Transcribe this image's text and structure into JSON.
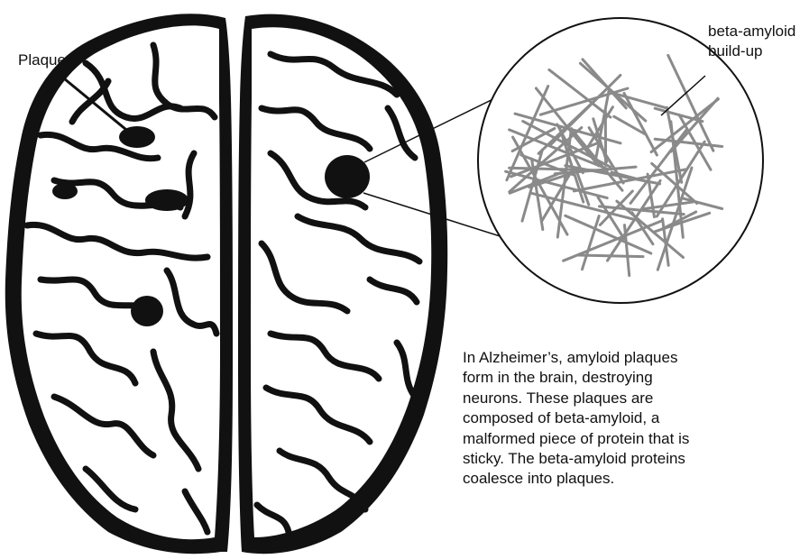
{
  "labels": {
    "plaque": "Plaque",
    "beta_amyloid_line1": "beta-amyloid",
    "beta_amyloid_line2": "build-up"
  },
  "caption": {
    "lines": [
      "In Alzheimer’s, amyloid plaques",
      "form in the brain, destroying",
      "neurons. These plaques are",
      "composed of beta-amyloid, a",
      "malformed piece of protein that is",
      "sticky. The beta-amyloid proteins",
      "coalesce into plaques."
    ]
  },
  "colors": {
    "outline": "#111111",
    "fiber": "#8a8a8a",
    "background": "#ffffff"
  }
}
